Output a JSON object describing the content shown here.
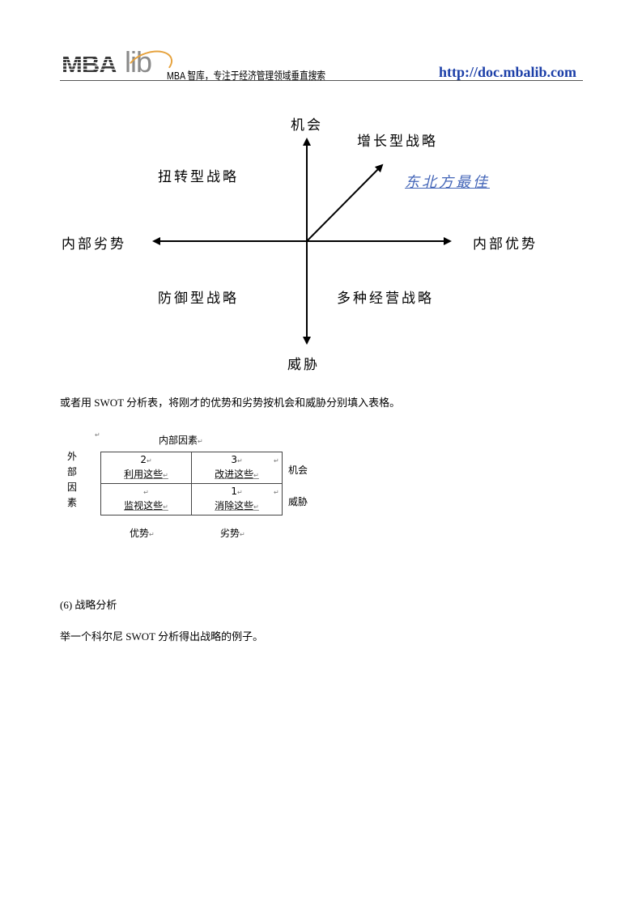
{
  "header": {
    "logo_mba": "MBA",
    "logo_lib": "lib",
    "tagline": "MBA 智库，专注于经济管理领域垂直搜索",
    "url": "http://doc.mbalib.com"
  },
  "diagram": {
    "axis_top": "机会",
    "axis_bottom": "威胁",
    "axis_left": "内部劣势",
    "axis_right": "内部优势",
    "quadrant_top_left": "扭转型战略",
    "quadrant_top_right": "增长型战略",
    "quadrant_bottom_left": "防御型战略",
    "quadrant_bottom_right": "多种经营战略",
    "annotation": "东北方最佳",
    "annotation_color": "#4466b8"
  },
  "body": {
    "para1": "或者用 SWOT 分析表，将刚才的优势和劣势按机会和威胁分别填入表格。",
    "section_heading": "(6)  战略分析",
    "para2": "举一个科尔尼 SWOT 分析得出战略的例子。"
  },
  "swot_table": {
    "title": "内部因素",
    "left_label_chars": [
      "外",
      "部",
      "因",
      "素"
    ],
    "rows": [
      {
        "label": "机会",
        "cells": [
          {
            "num": "2",
            "text": "利用这些"
          },
          {
            "num": "3",
            "text": "改进这些"
          }
        ]
      },
      {
        "label": "威胁",
        "cells": [
          {
            "num": "",
            "text": "监视这些"
          },
          {
            "num": "1",
            "text": "消除这些"
          }
        ]
      }
    ],
    "columns": [
      "优势",
      "劣势"
    ],
    "para_mark": "↵"
  }
}
